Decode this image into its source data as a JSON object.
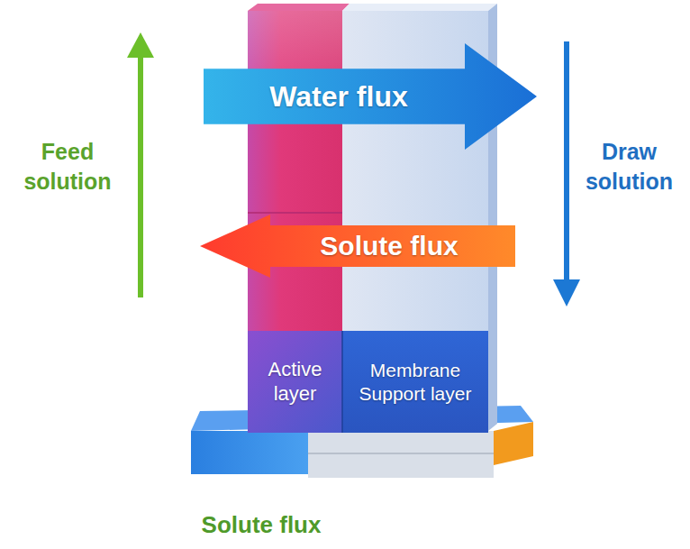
{
  "diagram": {
    "nodes": [
      {
        "text": [
          "Water flux"
        ]
      },
      {
        "text": [
          "Solute flux"
        ]
      },
      {
        "text": [
          "Active layer"
        ]
      },
      {
        "text": [
          "Membrane Support layer"
        ]
      }
    ],
    "labels": [
      "Feed solution",
      "Draw solution",
      "Solute flux"
    ]
  }
}
